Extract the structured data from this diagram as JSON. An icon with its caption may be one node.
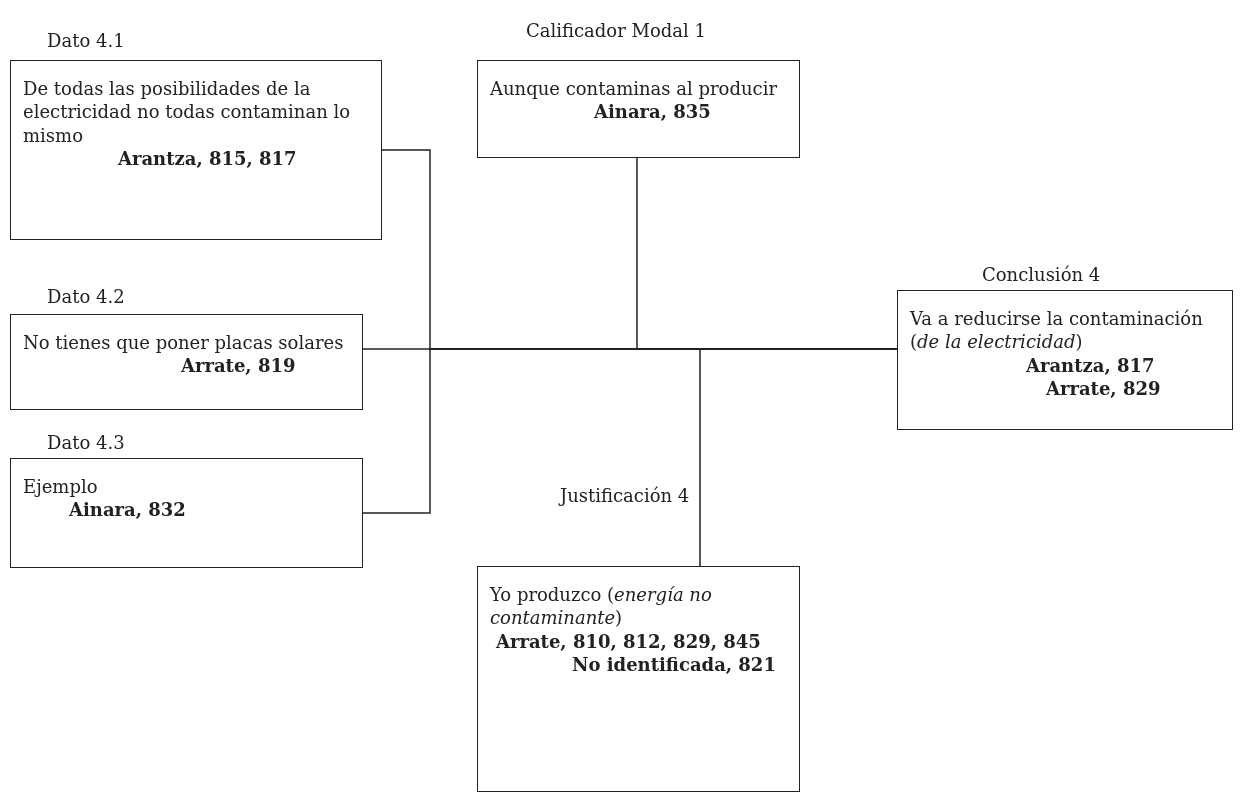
{
  "diagram": {
    "nodes": [
      {
        "text": [
          "Dato 4.1",
          "De todas las posibilidades de la electricidad no todas contaminan lo mismo",
          "Arantza, 815, 817"
        ]
      },
      {
        "text": [
          "Calificador Modal 1",
          "Aunque contaminas al producir",
          "Ainara, 835"
        ]
      },
      {
        "text": [
          "Dato 4.2",
          "No tienes que poner placas solares",
          "Arrate, 819"
        ]
      },
      {
        "text": [
          "Conclusión 4",
          "Va a reducirse la contaminación (*de la electricidad*)",
          "Arantza, 817",
          "Arrate, 829"
        ]
      },
      {
        "text": [
          "Dato 4.3",
          "Ejemplo",
          "Ainara, 832"
        ]
      },
      {
        "text": [
          "Justificación 4",
          "Yo produzco (*energía no contaminante*)",
          "Arrate, 810, 812, 829, 845",
          "No identificada, 821"
        ]
      }
    ],
    "edges": [
      {
        "from": 0,
        "to": 3,
        "arrow": "none"
      },
      {
        "from": 2,
        "to": 3,
        "arrow": "none"
      },
      {
        "from": 4,
        "to": 3,
        "arrow": "none"
      },
      {
        "from": 1,
        "to": 3,
        "arrow": "none"
      },
      {
        "from": 5,
        "to": 3,
        "arrow": "none"
      }
    ]
  }
}
